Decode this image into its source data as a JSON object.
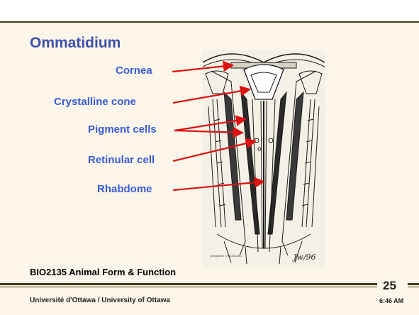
{
  "title": "Ommatidium",
  "labels": {
    "cornea": "Cornea",
    "crystalline_cone": "Crystalline cone",
    "pigment_cells": "Pigment cells",
    "retinular_cell": "Retinular cell",
    "rhabdome": "Rhabdome"
  },
  "figure": {
    "credit": "Livingstone © BIODIDAC",
    "signature": "Jw/96"
  },
  "footer": {
    "course": "BIO2135 Animal Form & Function",
    "university": "Université d'Ottawa / University of Ottawa",
    "page_number": "25",
    "time": "6:46 AM"
  },
  "colors": {
    "title": "#3d4fae",
    "label": "#3a5bd8",
    "arrow": "#dd1111",
    "rule": "#4a3b14",
    "background": "#fbf6e9"
  }
}
